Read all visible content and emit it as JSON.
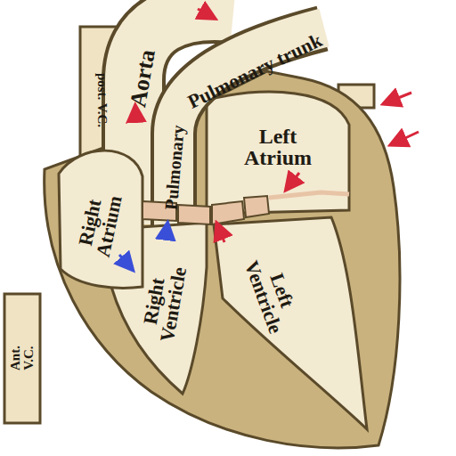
{
  "diagram": {
    "labels": [
      "Aorta",
      "Pulmonary trunk",
      "Pulmonary",
      "Left Atrium",
      "Right Atrium",
      "Right Ventricle",
      "Left Ventricle",
      "post. V.C.",
      "Ant. V.C."
    ]
  }
}
